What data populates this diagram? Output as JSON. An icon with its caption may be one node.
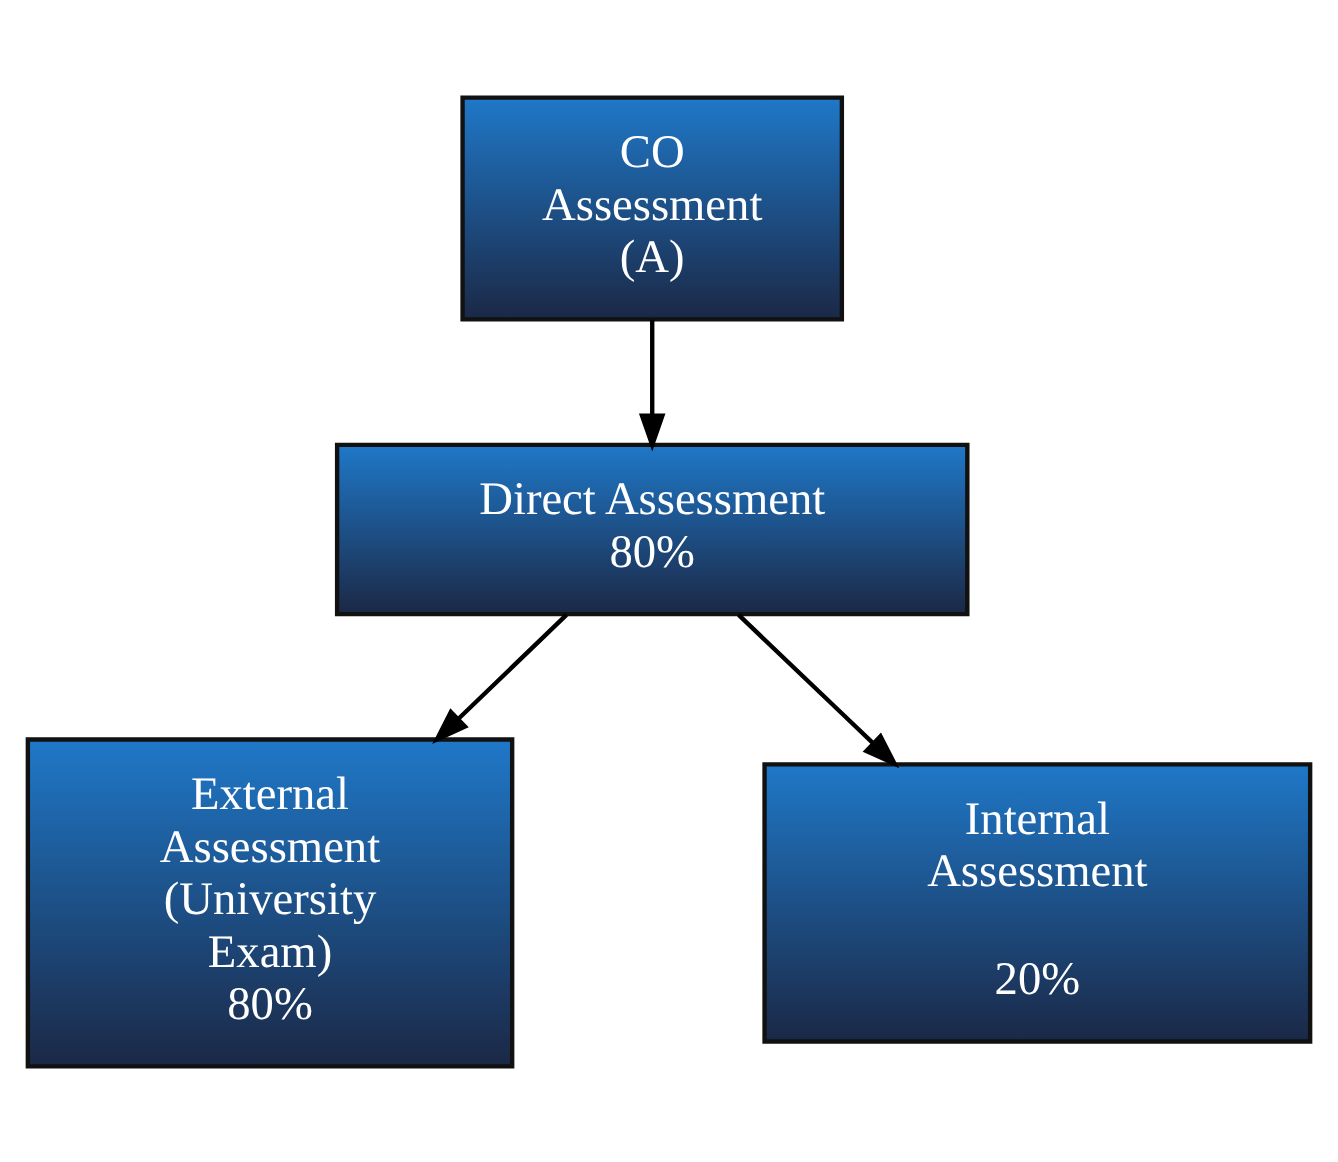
{
  "diagram": {
    "nodes": [
      {
        "text": [
          "CO Assessment (A)"
        ]
      },
      {
        "text": [
          "Direct Assessment",
          "80%"
        ]
      },
      {
        "text": [
          "External Assessment (University Exam)",
          "80%"
        ]
      },
      {
        "text": [
          "Internal Assessment",
          "20%"
        ]
      }
    ],
    "edges": [
      {
        "from": 0,
        "to": 1,
        "arrow": "to"
      },
      {
        "from": 1,
        "to": 2,
        "arrow": "to"
      },
      {
        "from": 1,
        "to": 3,
        "arrow": "to"
      }
    ]
  }
}
